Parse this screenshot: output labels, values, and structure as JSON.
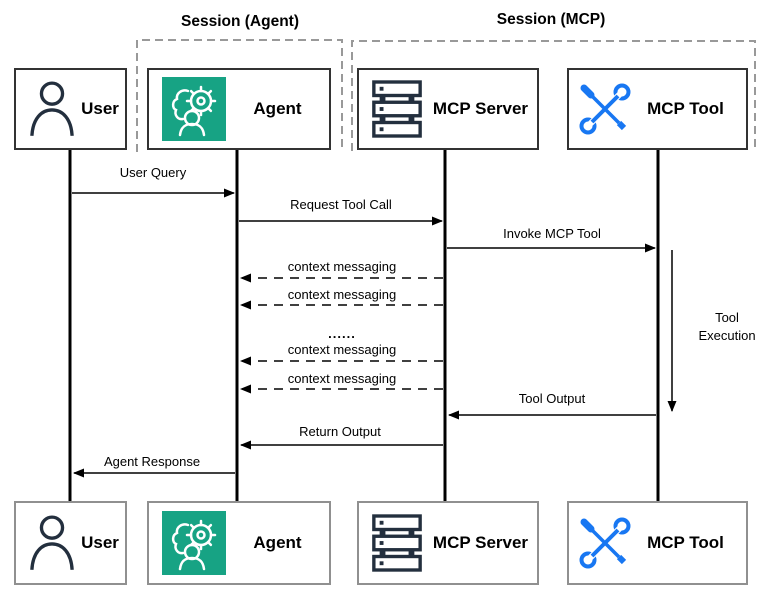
{
  "diagram": {
    "title_hint": "Agent / MCP sequence diagram",
    "sessions": {
      "agent": {
        "title": "Session (Agent)"
      },
      "mcp": {
        "title": "Session (MCP)"
      }
    },
    "actors": {
      "user": {
        "label": "User",
        "icon": "person-outline-icon"
      },
      "agent": {
        "label": "Agent",
        "icon": "agent-brain-gear-icon"
      },
      "mcp_server": {
        "label": "MCP Server",
        "icon": "server-stack-icon"
      },
      "mcp_tool": {
        "label": "MCP Tool",
        "icon": "crossed-tools-icon"
      }
    },
    "messages": {
      "user_query": {
        "label": "User Query",
        "from": "User",
        "to": "Agent",
        "line": "solid"
      },
      "request_tool_call": {
        "label": "Request Tool Call",
        "from": "Agent",
        "to": "MCP Server",
        "line": "solid"
      },
      "invoke_mcp_tool": {
        "label": "Invoke MCP Tool",
        "from": "MCP Server",
        "to": "MCP Tool",
        "line": "solid"
      },
      "context_1": {
        "label": "context messaging",
        "from": "MCP Server",
        "to": "Agent",
        "line": "dashed"
      },
      "context_2": {
        "label": "context messaging",
        "from": "MCP Server",
        "to": "Agent",
        "line": "dashed"
      },
      "ellipsis": {
        "label": "......"
      },
      "context_3": {
        "label": "context messaging",
        "from": "MCP Server",
        "to": "Agent",
        "line": "dashed"
      },
      "context_4": {
        "label": "context messaging",
        "from": "MCP Server",
        "to": "Agent",
        "line": "dashed"
      },
      "tool_output": {
        "label": "Tool Output",
        "from": "MCP Tool",
        "to": "MCP Server",
        "line": "solid"
      },
      "tool_execution": {
        "label": "Tool Execution",
        "on": "MCP Tool",
        "line": "solid-self"
      },
      "return_output": {
        "label": "Return Output",
        "from": "MCP Server",
        "to": "Agent",
        "line": "solid"
      },
      "agent_response": {
        "label": "Agent Response",
        "from": "Agent",
        "to": "User",
        "line": "solid"
      }
    },
    "colors": {
      "agent_icon_bg": "#17A384",
      "tool_icon_blue": "#1877F2",
      "server_icon_navy": "#232F3E",
      "user_icon_navy": "#232F3E",
      "session_frame_gray": "#999999",
      "top_box_border": "#333333",
      "bottom_box_border": "#909090",
      "line_black": "#000000"
    }
  }
}
